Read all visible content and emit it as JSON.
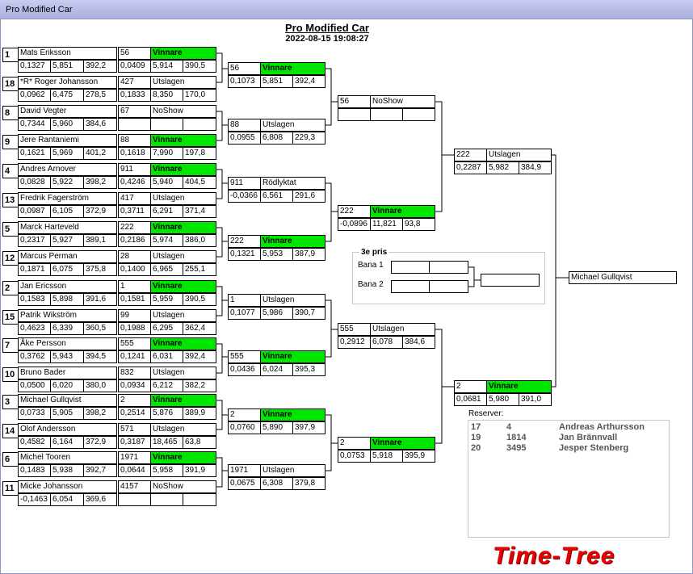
{
  "window_title": "Pro Modified Car",
  "header": {
    "title": "Pro Modified Car",
    "datetime": "2022-08-15 19:08:27"
  },
  "round1": [
    {
      "seed": "1",
      "name": "Mats Eriksson",
      "rt": "0,1327",
      "et": "5,851",
      "speed": "392,2",
      "num": "56",
      "status": "Vinnare",
      "rt2": "0,0409",
      "et2": "5,914",
      "speed2": "390,5"
    },
    {
      "seed": "18",
      "name": "*R* Roger Johansson",
      "rt": "0,0962",
      "et": "6,475",
      "speed": "278,5",
      "num": "427",
      "status": "Utslagen",
      "rt2": "0,1833",
      "et2": "8,350",
      "speed2": "170,0"
    },
    {
      "seed": "8",
      "name": "David Vegter",
      "rt": "0,7344",
      "et": "5,960",
      "speed": "384,6",
      "num": "67",
      "status": "NoShow",
      "rt2": "",
      "et2": "",
      "speed2": ""
    },
    {
      "seed": "9",
      "name": "Jere Rantaniemi",
      "rt": "0,1621",
      "et": "5,969",
      "speed": "401,2",
      "num": "88",
      "status": "Vinnare",
      "rt2": "0,1618",
      "et2": "7,990",
      "speed2": "197,8"
    },
    {
      "seed": "4",
      "name": "Andres Arnover",
      "rt": "0,0828",
      "et": "5,922",
      "speed": "398,2",
      "num": "911",
      "status": "Vinnare",
      "rt2": "0,4246",
      "et2": "5,940",
      "speed2": "404,5"
    },
    {
      "seed": "13",
      "name": "Fredrik Fagerström",
      "rt": "0,0987",
      "et": "6,105",
      "speed": "372,9",
      "num": "417",
      "status": "Utslagen",
      "rt2": "0,3711",
      "et2": "6,291",
      "speed2": "371,4"
    },
    {
      "seed": "5",
      "name": "Marck Harteveld",
      "rt": "0,2317",
      "et": "5,927",
      "speed": "389,1",
      "num": "222",
      "status": "Vinnare",
      "rt2": "0,2186",
      "et2": "5,974",
      "speed2": "386,0"
    },
    {
      "seed": "12",
      "name": "Marcus Perman",
      "rt": "0,1871",
      "et": "6,075",
      "speed": "375,8",
      "num": "28",
      "status": "Utslagen",
      "rt2": "0,1400",
      "et2": "6,965",
      "speed2": "255,1"
    },
    {
      "seed": "2",
      "name": "Jan Ericsson",
      "rt": "0,1583",
      "et": "5,898",
      "speed": "391,6",
      "num": "1",
      "status": "Vinnare",
      "rt2": "0,1581",
      "et2": "5,959",
      "speed2": "390,5"
    },
    {
      "seed": "15",
      "name": "Patrik Wikström",
      "rt": "0,4623",
      "et": "6,339",
      "speed": "360,5",
      "num": "99",
      "status": "Utslagen",
      "rt2": "0,1988",
      "et2": "6,295",
      "speed2": "362,4"
    },
    {
      "seed": "7",
      "name": "Åke Persson",
      "rt": "0,3762",
      "et": "5,943",
      "speed": "394,5",
      "num": "555",
      "status": "Vinnare",
      "rt2": "0,1241",
      "et2": "6,031",
      "speed2": "392,4"
    },
    {
      "seed": "10",
      "name": "Bruno Bader",
      "rt": "0,0500",
      "et": "6,020",
      "speed": "380,0",
      "num": "832",
      "status": "Utslagen",
      "rt2": "0,0934",
      "et2": "6,212",
      "speed2": "382,2"
    },
    {
      "seed": "3",
      "name": "Michael Gullqvist",
      "rt": "0,0733",
      "et": "5,905",
      "speed": "398,2",
      "num": "2",
      "status": "Vinnare",
      "rt2": "0,2514",
      "et2": "5,876",
      "speed2": "389,9"
    },
    {
      "seed": "14",
      "name": "Olof Andersson",
      "rt": "0,4582",
      "et": "6,164",
      "speed": "372,9",
      "num": "571",
      "status": "Utslagen",
      "rt2": "0,3187",
      "et2": "18,465",
      "speed2": "63,8"
    },
    {
      "seed": "6",
      "name": "Michel Tooren",
      "rt": "0,1483",
      "et": "5,938",
      "speed": "392,7",
      "num": "1971",
      "status": "Vinnare",
      "rt2": "0,0644",
      "et2": "5,958",
      "speed2": "391,9"
    },
    {
      "seed": "11",
      "name": "Micke Johansson",
      "rt": "-0,1463",
      "et": "6,054",
      "speed": "369,6",
      "num": "4157",
      "status": "NoShow",
      "rt2": "",
      "et2": "",
      "speed2": ""
    }
  ],
  "round2": [
    {
      "num": "56",
      "status": "Vinnare",
      "rt": "0,1073",
      "et": "5,851",
      "speed": "392,4"
    },
    {
      "num": "88",
      "status": "Utslagen",
      "rt": "0,0955",
      "et": "6,808",
      "speed": "229,3"
    },
    {
      "num": "911",
      "status": "Rödlyktat",
      "rt": "-0,0366",
      "et": "6,561",
      "speed": "291,6"
    },
    {
      "num": "222",
      "status": "Vinnare",
      "rt": "0,1321",
      "et": "5,953",
      "speed": "387,9"
    },
    {
      "num": "1",
      "status": "Utslagen",
      "rt": "0,1077",
      "et": "5,986",
      "speed": "390,7"
    },
    {
      "num": "555",
      "status": "Vinnare",
      "rt": "0,0436",
      "et": "6,024",
      "speed": "395,3"
    },
    {
      "num": "2",
      "status": "Vinnare",
      "rt": "0,0760",
      "et": "5,890",
      "speed": "397,9"
    },
    {
      "num": "1971",
      "status": "Utslagen",
      "rt": "0,0675",
      "et": "6,308",
      "speed": "379,8"
    }
  ],
  "round3": [
    {
      "num": "56",
      "status": "NoShow",
      "rt": "",
      "et": "",
      "speed": ""
    },
    {
      "num": "222",
      "status": "Vinnare",
      "rt": "-0,0896",
      "et": "11,821",
      "speed": "93,8"
    },
    {
      "num": "555",
      "status": "Utslagen",
      "rt": "0,2912",
      "et": "6,078",
      "speed": "384,6"
    },
    {
      "num": "2",
      "status": "Vinnare",
      "rt": "0,0753",
      "et": "5,918",
      "speed": "395,9"
    }
  ],
  "round4": [
    {
      "num": "222",
      "status": "Utslagen",
      "rt": "0,2287",
      "et": "5,982",
      "speed": "384,9"
    },
    {
      "num": "2",
      "status": "Vinnare",
      "rt": "0,0681",
      "et": "5,980",
      "speed": "391,0"
    }
  ],
  "winner": "Michael Gullqvist",
  "third_place": {
    "title": "3e pris",
    "lane1": "Bana 1",
    "lane2": "Bana 2"
  },
  "reserves": {
    "label": "Reserver:",
    "rows": [
      {
        "pos": "17",
        "num": "4",
        "name": "Andreas Arthursson"
      },
      {
        "pos": "19",
        "num": "1814",
        "name": "Jan Brännvall"
      },
      {
        "pos": "20",
        "num": "3495",
        "name": "Jesper Stenberg"
      }
    ]
  },
  "logo": "Time-Tree",
  "colors": {
    "winner": "#00e600",
    "logo": "#e60000"
  }
}
